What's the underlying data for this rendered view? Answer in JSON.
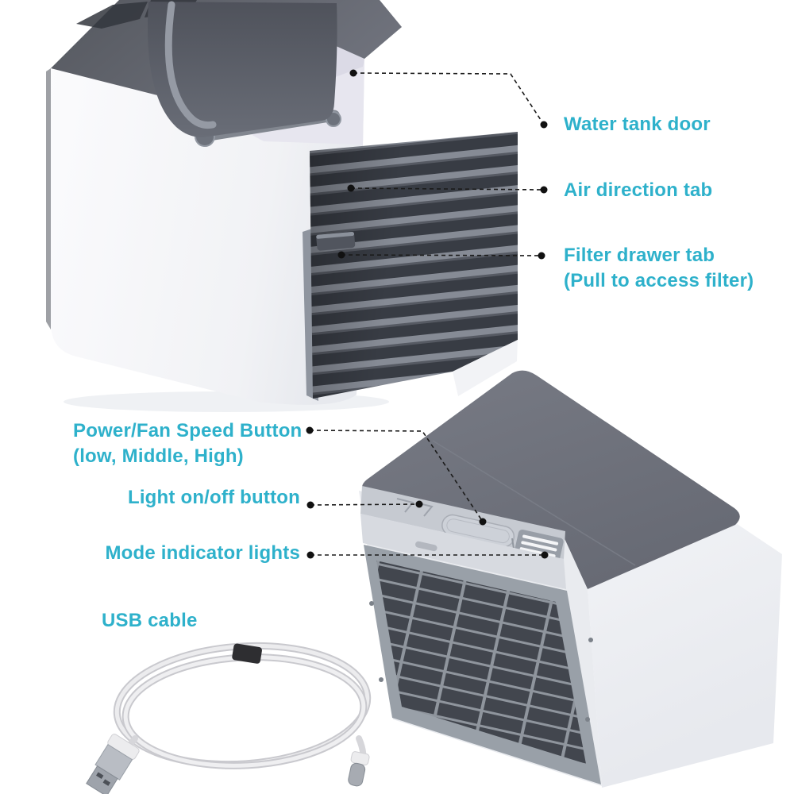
{
  "accent_color": "#2eb1cb",
  "leader_color": "#1b1b1b",
  "background_color": "#ffffff",
  "callouts": {
    "water_tank_door": {
      "text": "Water tank door"
    },
    "air_direction_tab": {
      "text": "Air direction tab"
    },
    "filter_drawer_tab": {
      "line1": "Filter drawer tab",
      "line2": "(Pull to access filter)"
    },
    "power_fan_button": {
      "line1": "Power/Fan Speed Button",
      "line2": "(low, Middle, High)"
    },
    "light_button": {
      "text": "Light on/off button"
    },
    "mode_lights": {
      "text": "Mode indicator lights"
    },
    "usb_cable": {
      "text": "USB cable"
    }
  },
  "figures": {
    "back_view": "cooler-back-view-with-open-water-tank",
    "front_view": "cooler-front-view-with-control-panel",
    "cable": "usb-charging-cable"
  }
}
